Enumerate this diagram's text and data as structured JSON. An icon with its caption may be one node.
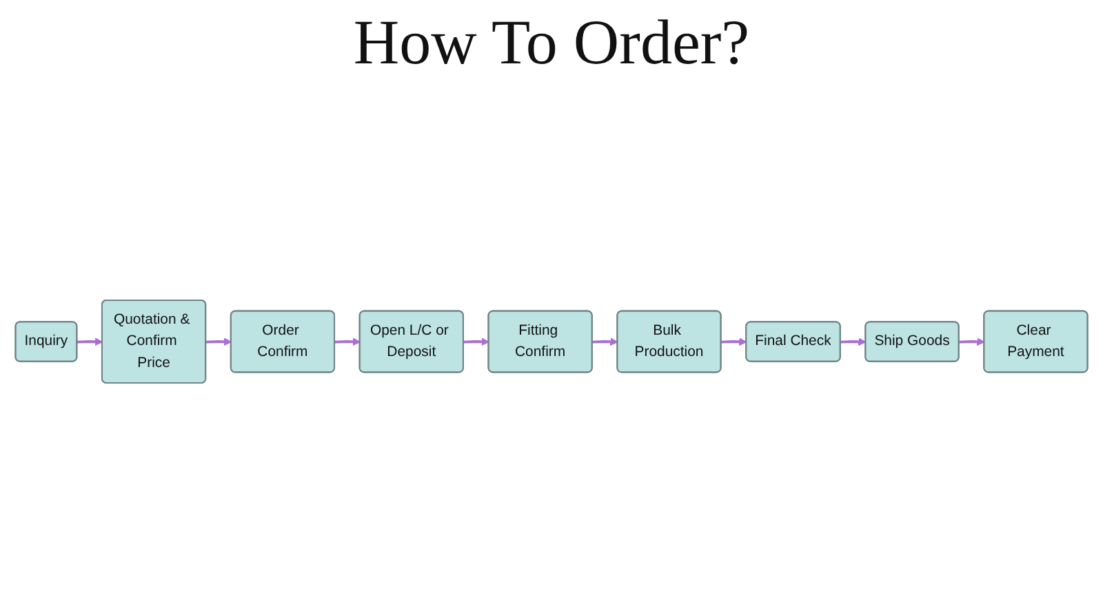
{
  "diagram": {
    "title": "How To Order?",
    "nodes": [
      {
        "text": [
          "Inquiry"
        ]
      },
      {
        "text": [
          "Quotation & Confirm Price"
        ]
      },
      {
        "text": [
          "Order Confirm"
        ]
      },
      {
        "text": [
          "Bulk Production"
        ]
      },
      {
        "text": [
          "Fitting Confirm"
        ]
      },
      {
        "text": [
          "Open L/C or Deposit"
        ]
      },
      {
        "text": [
          "Final Check"
        ]
      },
      {
        "text": [
          "Ship Goods"
        ]
      },
      {
        "text": [
          "Clear Payment"
        ]
      }
    ],
    "edges": [
      {
        "from": 0,
        "to": 1,
        "arrow": "to"
      },
      {
        "from": 1,
        "to": 2,
        "arrow": "to"
      },
      {
        "from": 2,
        "to": 5,
        "arrow": "to"
      },
      {
        "from": 5,
        "to": 4,
        "arrow": "to"
      },
      {
        "from": 4,
        "to": 3,
        "arrow": "to"
      },
      {
        "from": 3,
        "to": 6,
        "arrow": "to"
      },
      {
        "from": 6,
        "to": 7,
        "arrow": "to"
      },
      {
        "from": 7,
        "to": 8,
        "arrow": "to"
      }
    ]
  }
}
